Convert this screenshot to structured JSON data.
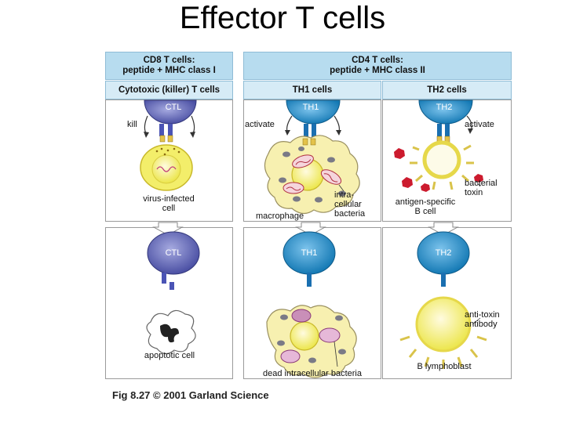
{
  "title": "Effector T cells",
  "headers": {
    "cd8": [
      "CD8 T cells:",
      "peptide + MHC class I"
    ],
    "cd4": [
      "CD4  T cells:",
      "peptide + MHC  class  II"
    ]
  },
  "subheaders": {
    "ctl": "Cytotoxic (killer) T cells",
    "th1": "TH1 cells",
    "th2": "TH2 cells"
  },
  "cells": {
    "ctl": "CTL",
    "th1": "TH1",
    "th2": "TH2"
  },
  "labels": {
    "kill": "kill",
    "activate_th1": "activate",
    "activate_th2": "activate",
    "virus_infected": [
      "virus-infected",
      "cell"
    ],
    "intracellular": [
      "intra-",
      "cellular",
      "bacteria"
    ],
    "macrophage": "macrophage",
    "bacterial_toxin": [
      "bacterial",
      "toxin"
    ],
    "antigen_specific": [
      "antigen-specific",
      "B cell"
    ],
    "apoptotic": "apoptotic cell",
    "dead_bacteria": "dead intracellular bacteria",
    "anti_toxin": [
      "anti-toxin",
      "antibody"
    ],
    "b_lymphoblast": "B lymphoblast"
  },
  "caption": "Fig 8.27  © 2001 Garland Science",
  "colors": {
    "header_fill": "#b7dcef",
    "ctl_cell": "#5a5fb0",
    "th_cell": "#1f8cc8",
    "target_yellow": "#f3ee6a",
    "macrophage": "#f7f0b0",
    "toxin_red": "#cc1b2e"
  }
}
